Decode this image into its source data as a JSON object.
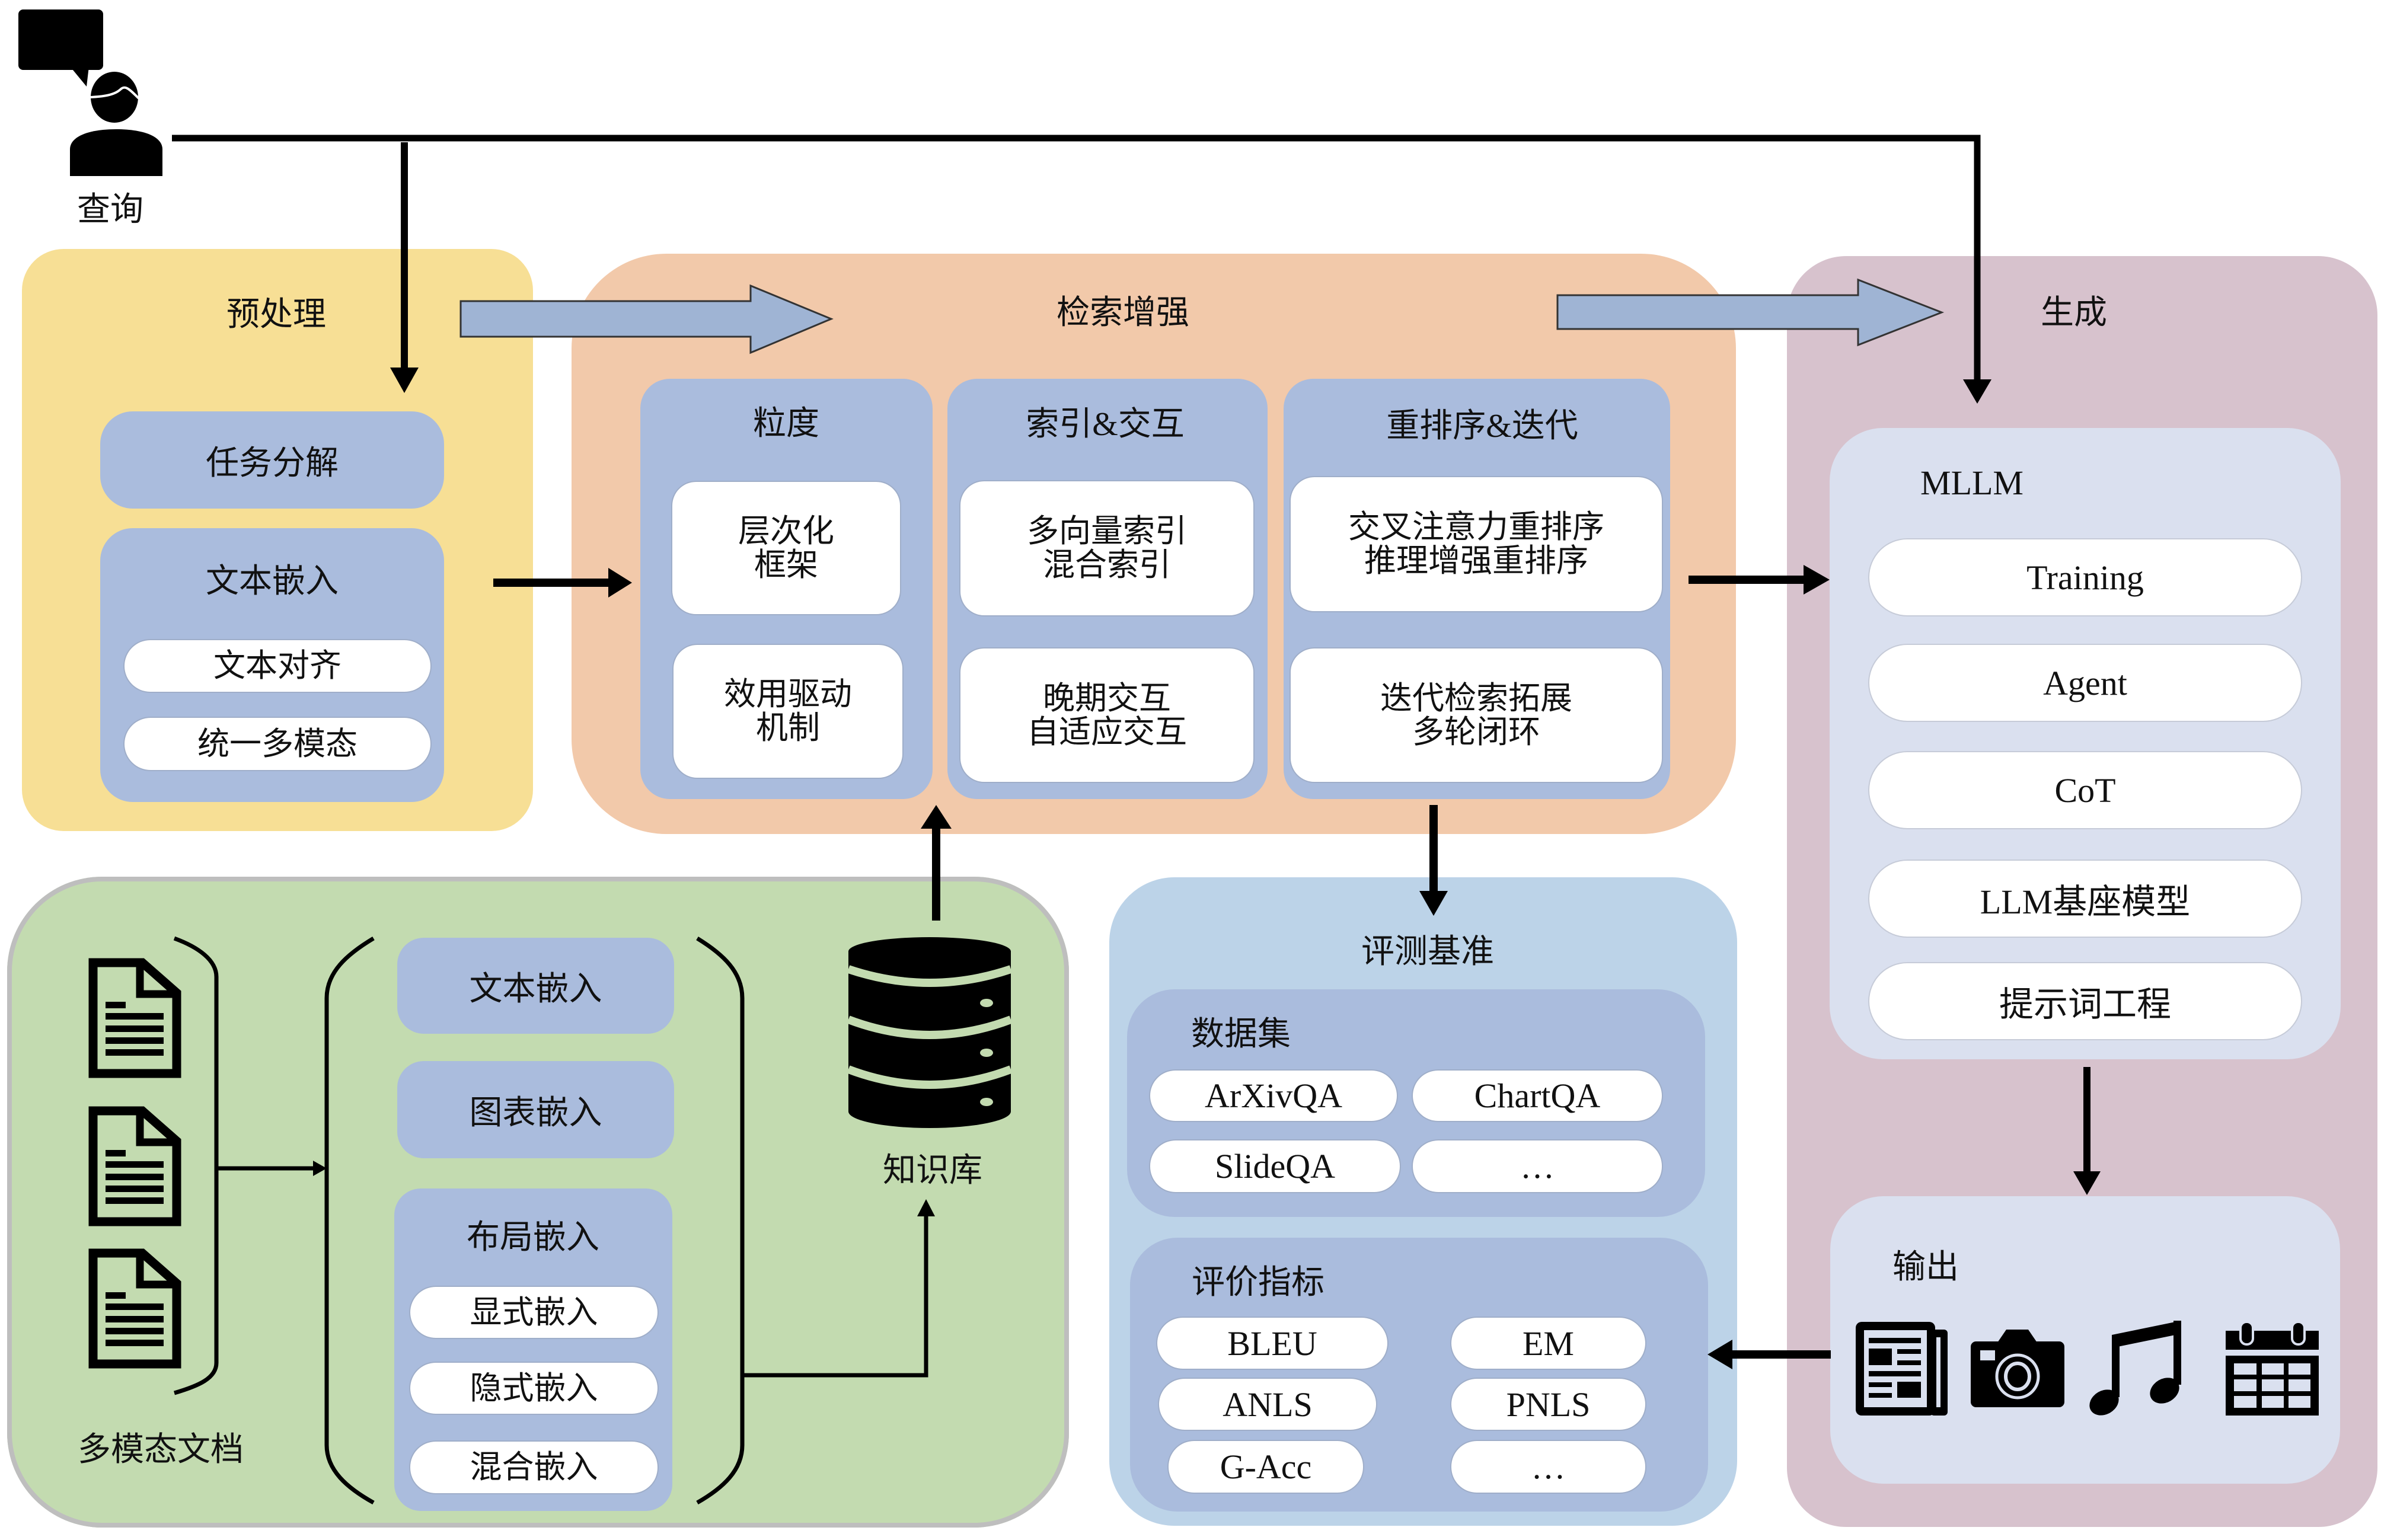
{
  "query": {
    "label": "查询",
    "icon": "user-speech-icon"
  },
  "preprocess": {
    "title": "预处理",
    "task_decomposition": "任务分解",
    "text_embedding": {
      "title": "文本嵌入",
      "items": [
        "文本对齐",
        "统一多模态"
      ]
    }
  },
  "retrieval": {
    "title": "检索增强",
    "columns": [
      {
        "title": "粒度",
        "items": [
          [
            "层次化",
            "框架"
          ],
          [
            "效用驱动",
            "机制"
          ]
        ]
      },
      {
        "title": "索引&交互",
        "items": [
          [
            "多向量索引",
            "混合索引"
          ],
          [
            "晚期交互",
            "自适应交互"
          ]
        ]
      },
      {
        "title": "重排序&迭代",
        "items": [
          [
            "交叉注意力重排序",
            "推理增强重排序"
          ],
          [
            "迭代检索拓展",
            "多轮闭环"
          ]
        ]
      }
    ]
  },
  "generation": {
    "title": "生成",
    "mllm": {
      "title": "MLLM",
      "items": [
        "Training",
        "Agent",
        "CoT",
        "LLM基座模型",
        "提示词工程"
      ]
    },
    "output": {
      "title": "输出",
      "icons": [
        "newspaper-icon",
        "camera-icon",
        "music-note-icon",
        "calendar-icon"
      ]
    }
  },
  "evaluation": {
    "title": "评测基准",
    "datasets": {
      "title": "数据集",
      "items": [
        "ArXivQA",
        "ChartQA",
        "SlideQA",
        "…"
      ]
    },
    "metrics": {
      "title": "评价指标",
      "items": [
        "BLEU",
        "EM",
        "ANLS",
        "PNLS",
        "G-Acc",
        "…"
      ]
    }
  },
  "documents": {
    "label": "多模态文档",
    "icon": "document-icon",
    "embeddings": {
      "text": "文本嵌入",
      "chart": "图表嵌入",
      "layout": {
        "title": "布局嵌入",
        "items": [
          "显式嵌入",
          "隐式嵌入",
          "混合嵌入"
        ]
      }
    }
  },
  "knowledge_base": {
    "label": "知识库",
    "icon": "database-icon"
  },
  "colors": {
    "preprocess": "#F7DF95",
    "retrieval": "#F2C9AA",
    "generation": "#D7C2CD",
    "documents": "#C3DBB0",
    "documents_border": "#BEBEBE",
    "evaluation": "#BCD3E8",
    "inner_box": "#AABCDD",
    "mllm": "#DAE0EF",
    "flow_arrow": "#9FB4D4",
    "ink": "#000000"
  }
}
